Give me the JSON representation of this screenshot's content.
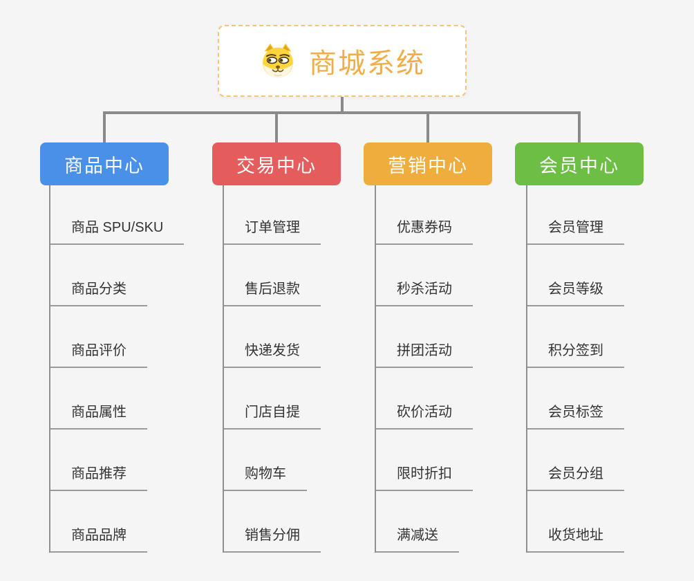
{
  "root": {
    "title": "商城系统",
    "icon": "doge-face-icon"
  },
  "branches": [
    {
      "key": "product-center",
      "label": "商品中心",
      "color": "#4a90e8",
      "items": [
        "商品 SPU/SKU",
        "商品分类",
        "商品评价",
        "商品属性",
        "商品推荐",
        "商品品牌"
      ]
    },
    {
      "key": "trade-center",
      "label": "交易中心",
      "color": "#e45c5c",
      "items": [
        "订单管理",
        "售后退款",
        "快递发货",
        "门店自提",
        "购物车",
        "销售分佣"
      ]
    },
    {
      "key": "marketing-center",
      "label": "营销中心",
      "color": "#efad3e",
      "items": [
        "优惠券码",
        "秒杀活动",
        "拼团活动",
        "砍价活动",
        "限时折扣",
        "满减送"
      ]
    },
    {
      "key": "member-center",
      "label": "会员中心",
      "color": "#6cbe45",
      "items": [
        "会员管理",
        "会员等级",
        "积分签到",
        "会员标签",
        "会员分组",
        "收货地址"
      ]
    }
  ],
  "colors": {
    "background": "#f5f5f6",
    "connector": "#8a8a8a",
    "trunk": "#8f8f8f",
    "underline": "#9a9a9a",
    "leaf_text": "#333333",
    "root_text": "#f0ae4a",
    "root_border": "#f2c577"
  }
}
